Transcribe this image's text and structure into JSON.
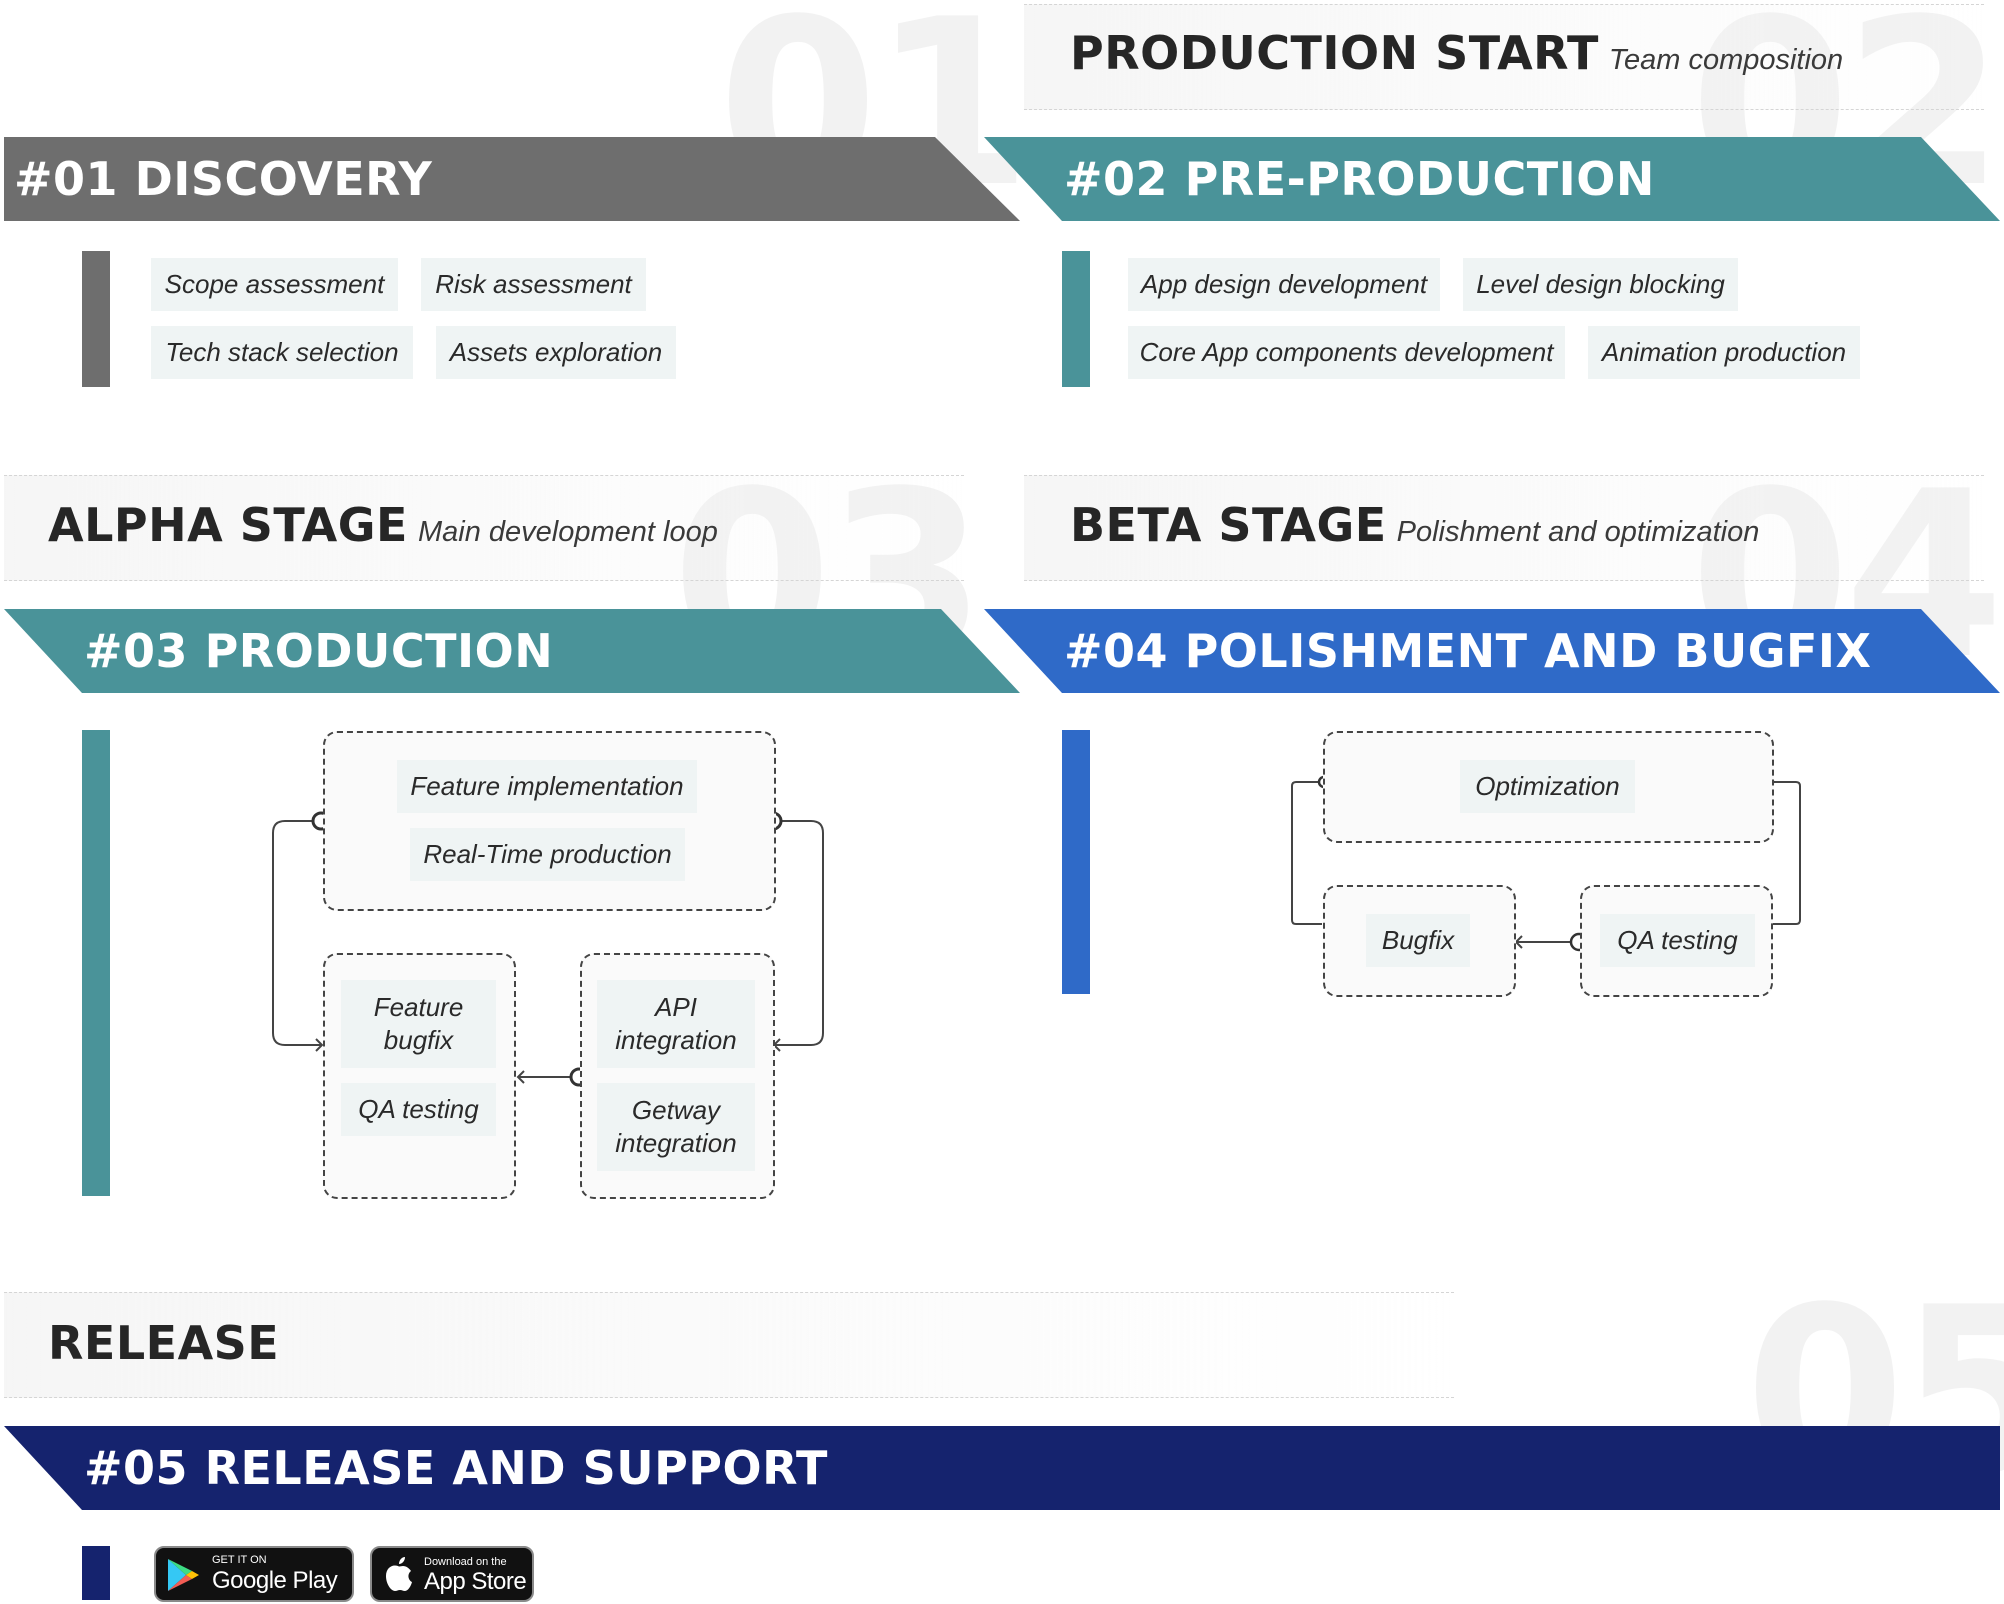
{
  "stages": {
    "production_start": {
      "title": "PRODUCTION START",
      "subtitle": "Team composition"
    },
    "alpha": {
      "title": "ALPHA STAGE",
      "subtitle": "Main development loop"
    },
    "beta": {
      "title": "BETA STAGE",
      "subtitle": "Polishment and optimization"
    },
    "release": {
      "title": "RELEASE"
    }
  },
  "numbers": {
    "n01": "01",
    "n02": "02",
    "n03": "03",
    "n04": "04",
    "n05": "05"
  },
  "phases": {
    "discovery": {
      "label": "#01 DISCOVERY",
      "color": "#6e6e6e",
      "tasks": [
        "Scope assessment",
        "Risk assessment",
        "Tech stack selection",
        "Assets exploration"
      ]
    },
    "preproduction": {
      "label": "#02 PRE-PRODUCTION",
      "color": "#4a9399",
      "tasks": [
        "App design development",
        "Level design blocking",
        "Core App components development",
        "Animation production"
      ]
    },
    "production": {
      "label": "#03 PRODUCTION",
      "color": "#4a9399",
      "loop": {
        "top": [
          "Feature implementation",
          "Real-Time production"
        ],
        "left": [
          "Feature\nbugfix",
          "QA testing"
        ],
        "right": [
          "API\nintegration",
          "Getway\nintegration"
        ]
      }
    },
    "polishment": {
      "label": "#04 POLISHMENT AND BUGFIX",
      "color": "#2f6ac8",
      "loop": {
        "top": "Optimization",
        "left": "Bugfix",
        "right": "QA testing"
      }
    },
    "release": {
      "label": "#05 RELEASE AND SUPPORT",
      "color": "#15236e",
      "stores": [
        {
          "small": "GET IT ON",
          "big": "Google Play",
          "icon": "google-play-icon"
        },
        {
          "small": "Download on the",
          "big": "App Store",
          "icon": "apple-icon"
        }
      ]
    }
  }
}
